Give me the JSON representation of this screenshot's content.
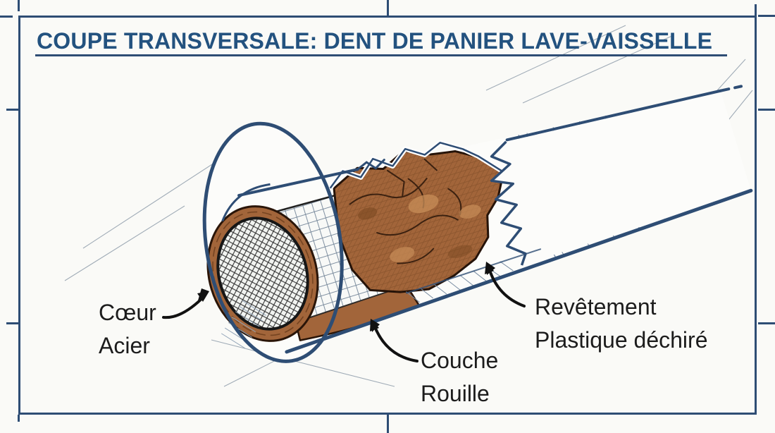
{
  "title": {
    "text": "COUPE TRANSVERSALE: DENT DE PANIER LAVE-VAISSELLE"
  },
  "diagram": {
    "subject": "Coupe transversale d'une dent de panier de lave-vaisselle",
    "style": "blueprint technical sketch with registration ticks",
    "labels": [
      {
        "id": "coeur-acier",
        "lines": [
          "Cœur",
          "Acier"
        ],
        "points_to": "steel-core"
      },
      {
        "id": "couche-rouille",
        "lines": [
          "Couche",
          "Rouille"
        ],
        "points_to": "rust-layer"
      },
      {
        "id": "revetement-plastique",
        "lines": [
          "Revêtement",
          "Plastique déchiré"
        ],
        "points_to": "torn-plastic-coating"
      }
    ],
    "parts": [
      {
        "id": "steel-core",
        "description": "crosshatched steel core cylinder"
      },
      {
        "id": "rust-layer",
        "description": "brown corrosion layer wrapped around the core"
      },
      {
        "id": "torn-plastic-coating",
        "description": "white plastic sleeve with jagged blue-edged tear"
      }
    ],
    "colors": {
      "frame_blue": "#2e4d74",
      "title_blue": "#23527f",
      "rust_brown": "#a2653a",
      "rust_dark": "#6b3a16",
      "rust_light": "#c78d58",
      "ink_black": "#1c1c1c",
      "paper": "#fafaf7"
    }
  }
}
